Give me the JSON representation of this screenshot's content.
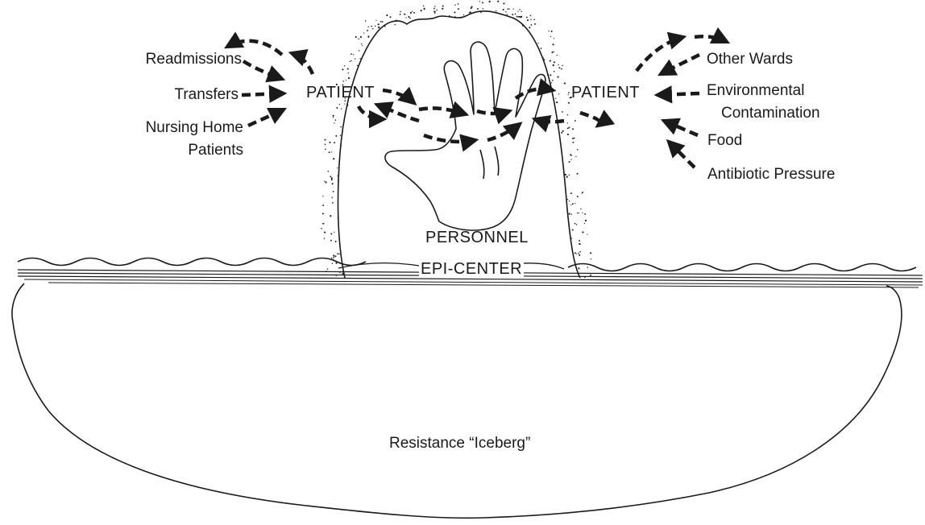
{
  "left_sources": {
    "readmissions": "Readmissions",
    "transfers": "Transfers",
    "nursing_home_line1": "Nursing Home",
    "nursing_home_line2": "Patients"
  },
  "right_sources": {
    "other_wards": "Other Wards",
    "environmental_line1": "Environmental",
    "environmental_line2": "Contamination",
    "food": "Food",
    "antibiotic_pressure": "Antibiotic Pressure"
  },
  "nodes": {
    "patient_left": "PATIENT",
    "patient_right": "PATIENT",
    "personnel": "PERSONNEL",
    "epicenter": "EPI-CENTER",
    "iceberg": "Resistance “Iceberg”"
  },
  "colors": {
    "ink": "#1a1a1a",
    "background": "#ffffff"
  },
  "icons": [
    "hand-icon",
    "arrow-icon",
    "stipple-texture"
  ]
}
